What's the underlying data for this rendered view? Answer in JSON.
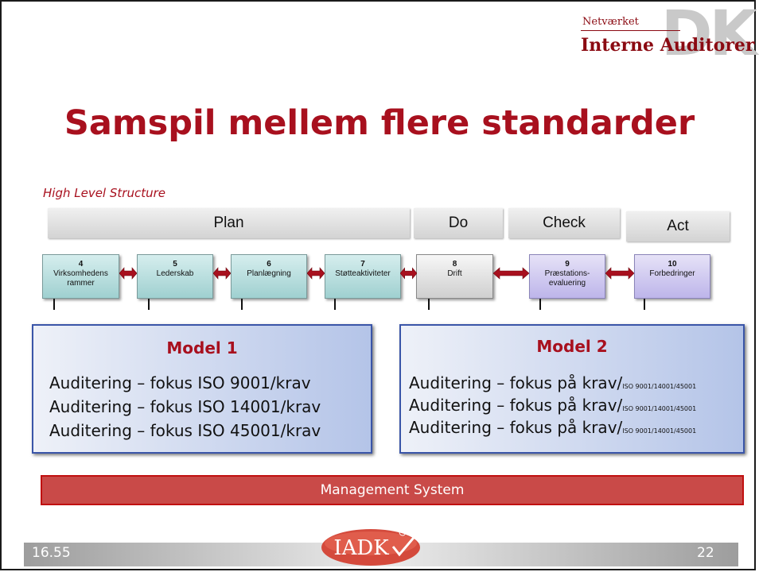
{
  "header": {
    "logo_small": "Netværket",
    "logo_big": "Interne Auditorer",
    "logo_mark": "DK"
  },
  "title": "Samspil mellem flere standarder",
  "subtitle": "High Level Structure",
  "phases": [
    "Plan",
    "Do",
    "Check",
    "Act"
  ],
  "clauses": [
    {
      "num": "4",
      "label": "Virksomhedens rammer"
    },
    {
      "num": "5",
      "label": "Lederskab"
    },
    {
      "num": "6",
      "label": "Planlægning"
    },
    {
      "num": "7",
      "label": "Støtteaktiviteter"
    },
    {
      "num": "8",
      "label": "Drift"
    },
    {
      "num": "9",
      "label": "Præstations-evaluering"
    },
    {
      "num": "10",
      "label": "Forbedringer"
    }
  ],
  "model1": {
    "title": "Model 1",
    "lines": [
      "Auditering – fokus ISO 9001/krav",
      "Auditering – fokus ISO 14001/krav",
      "Auditering – fokus ISO 45001/krav"
    ]
  },
  "model2": {
    "title": "Model 2",
    "lines": [
      {
        "main": "Auditering – fokus på krav/",
        "sub": "ISO 9001/14001/45001"
      },
      {
        "main": "Auditering – fokus på krav/",
        "sub": "ISO 9001/14001/45001"
      },
      {
        "main": "Auditering – fokus på krav/",
        "sub": "ISO 9001/14001/45001"
      }
    ]
  },
  "management_system": "Management System",
  "footer": {
    "time": "16.55",
    "page": "22",
    "logo_text": "IADK"
  },
  "colors": {
    "title_red": "#a8101e",
    "model_border": "#3a55a8",
    "mgmt_fill": "#c94a48",
    "arrow": "#a8101e"
  }
}
